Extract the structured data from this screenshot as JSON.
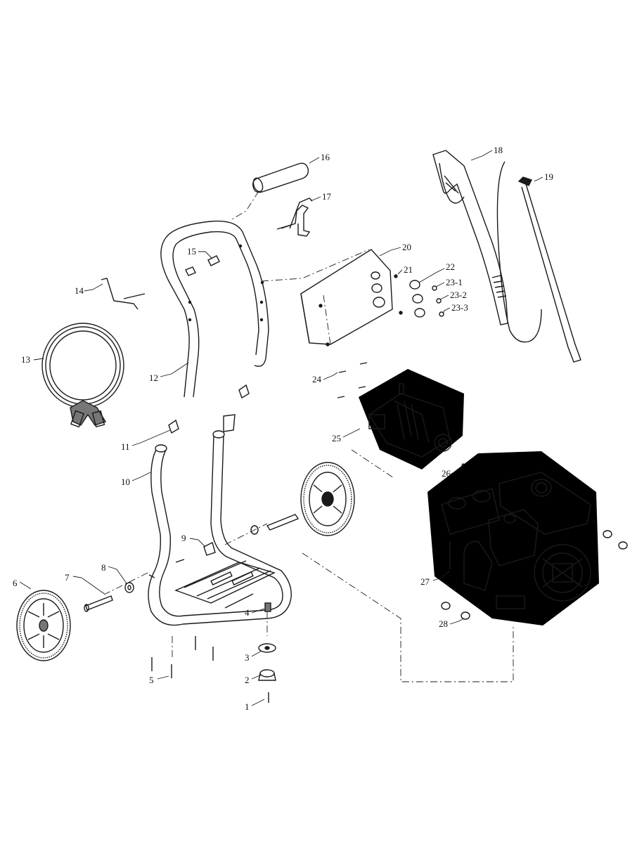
{
  "callouts": {
    "c1": "1",
    "c2": "2",
    "c3": "3",
    "c4": "4",
    "c5": "5",
    "c6": "6",
    "c7": "7",
    "c8": "8",
    "c9": "9",
    "c10": "10",
    "c11": "11",
    "c12": "12",
    "c13": "13",
    "c14": "14",
    "c15": "15",
    "c16": "16",
    "c17": "17",
    "c18": "18",
    "c19": "19",
    "c20": "20",
    "c21": "21",
    "c22": "22",
    "c23_1": "23-1",
    "c23_2": "23-2",
    "c23_3": "23-3",
    "c24": "24",
    "c25": "25",
    "c26": "26",
    "c27": "27",
    "c28": "28"
  }
}
